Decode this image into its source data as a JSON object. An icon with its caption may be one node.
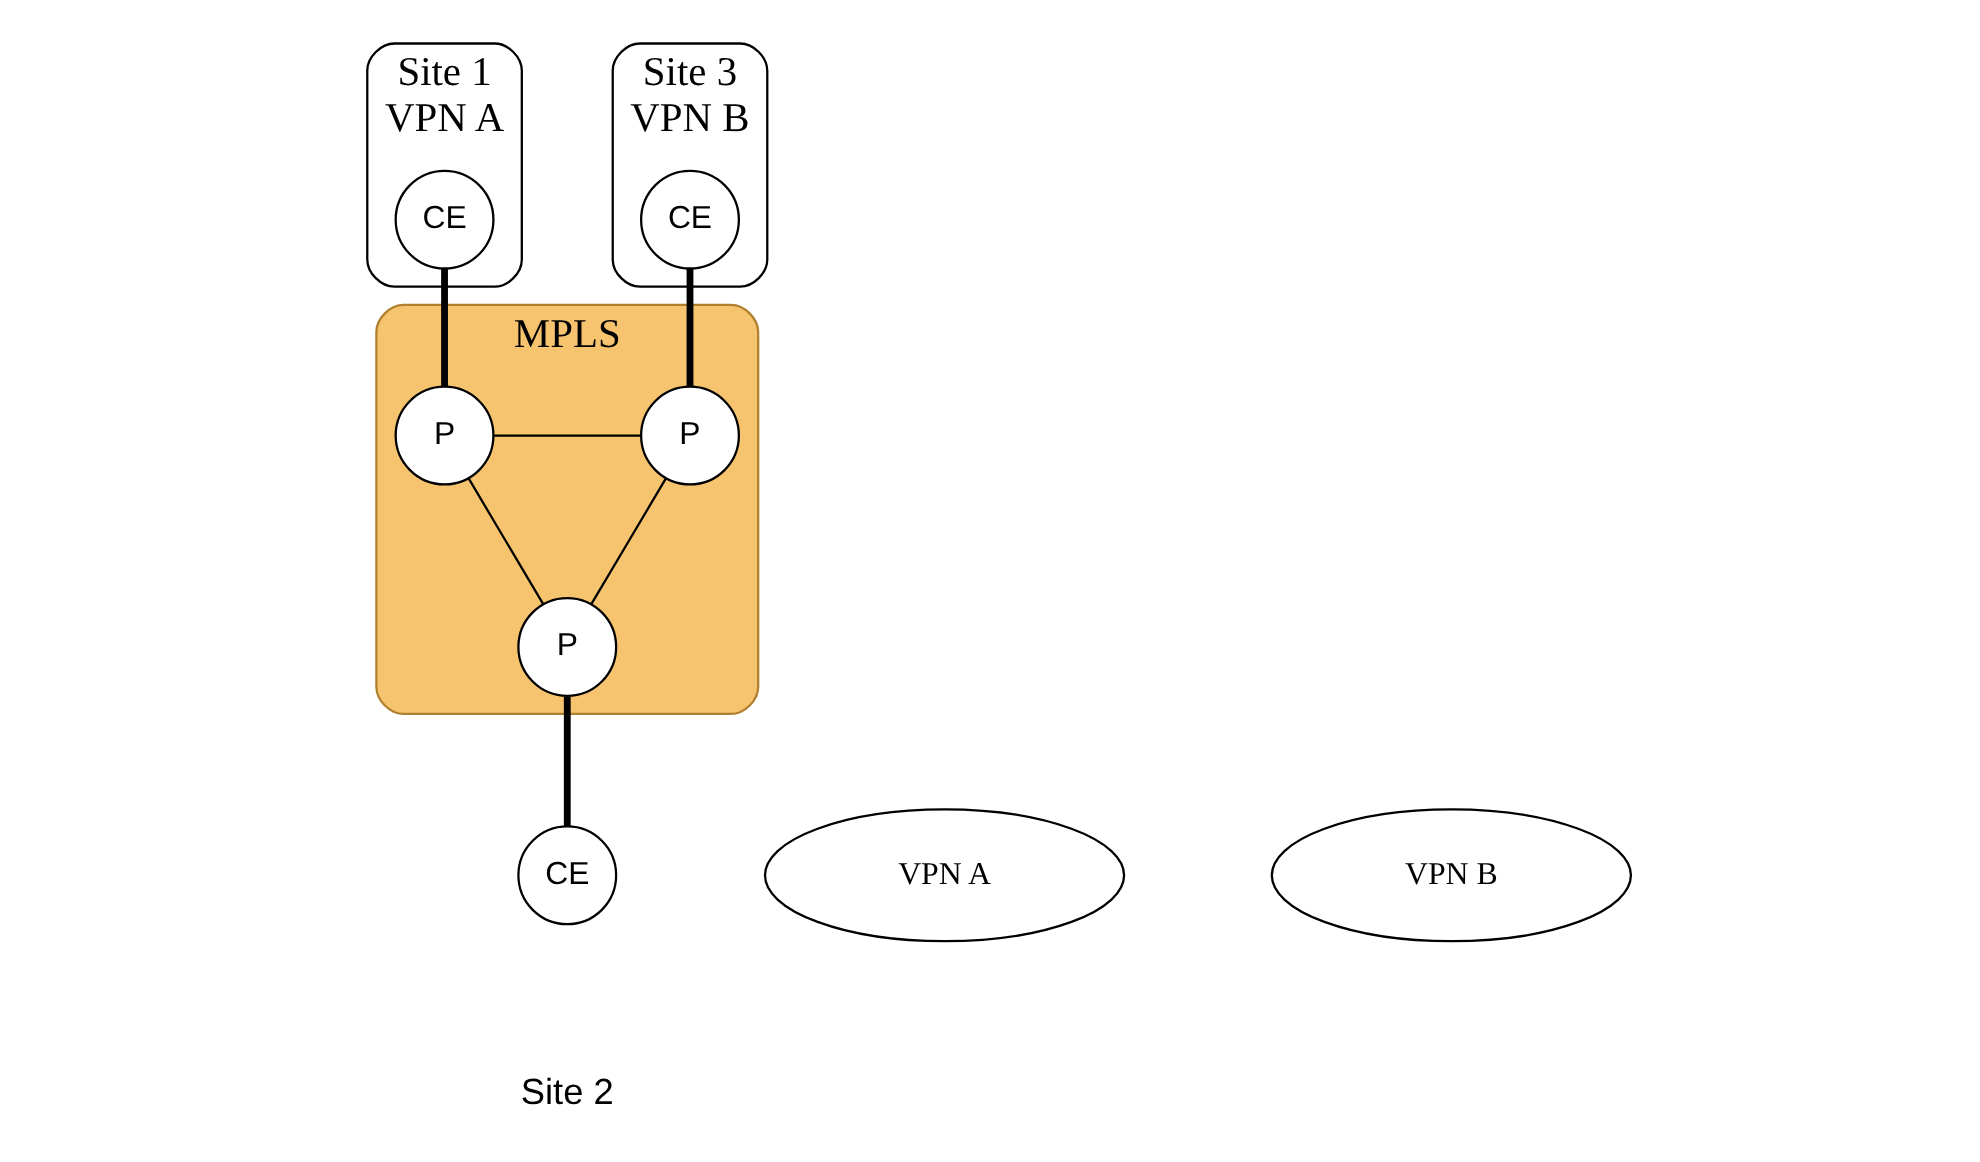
{
  "diagram": {
    "nodes": [
      {
        "text": [
          "VPN A"
        ],
        "beside": [
          "Site 1"
        ]
      },
      {
        "text": [
          "CE"
        ],
        "in": 0
      },
      {
        "text": [
          "VPN B"
        ],
        "beside": [
          "Site 3"
        ]
      },
      {
        "text": [
          "CE"
        ],
        "in": 2
      },
      {
        "text": [
          "MPLS"
        ]
      },
      {
        "text": [
          "P"
        ],
        "in": 4
      },
      {
        "text": [
          "P"
        ],
        "in": 4
      },
      {
        "text": [
          "P"
        ],
        "in": 4
      },
      {
        "text": [
          "VPN A"
        ]
      },
      {
        "text": [
          "VPN B"
        ]
      },
      {
        "text": [
          "CE"
        ]
      }
    ],
    "edges": [
      {
        "from": 1,
        "to": 5,
        "arrow": "none",
        "style": "thick"
      },
      {
        "from": 3,
        "to": 6,
        "arrow": "none",
        "style": "thick"
      },
      {
        "from": 5,
        "to": 6,
        "arrow": "none"
      },
      {
        "from": 5,
        "to": 7,
        "arrow": "none"
      },
      {
        "from": 6,
        "to": 7,
        "arrow": "none"
      },
      {
        "from": 7,
        "to": 10,
        "arrow": "none",
        "style": "thick"
      }
    ],
    "labels": [
      "Site 2"
    ]
  }
}
